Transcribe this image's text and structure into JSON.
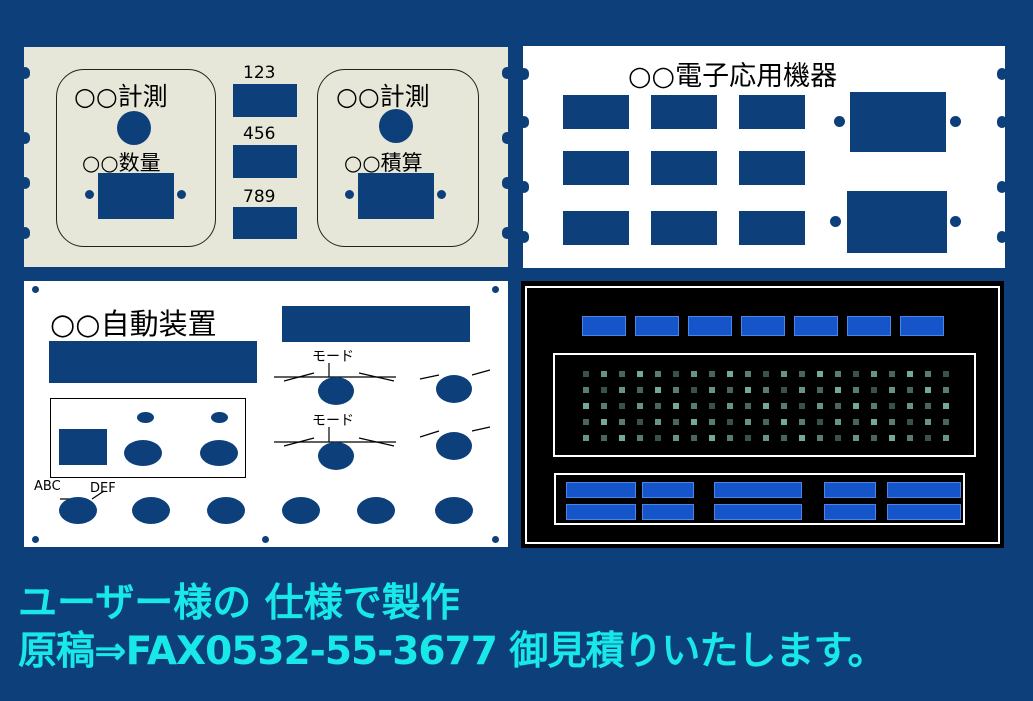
{
  "panel1": {
    "left_title": "○○計測",
    "left_subtitle": "○○数量",
    "right_title": "○○計測",
    "right_subtitle": "○○積算",
    "labels": [
      "123",
      "456",
      "789"
    ]
  },
  "panel2": {
    "title": "○○電子応用機器"
  },
  "panel3": {
    "title": "○○自動装置",
    "mode_label_1": "モード",
    "mode_label_2": "モード",
    "abc_label": "ABC",
    "def_label": "DEF"
  },
  "footer": {
    "line1": "ユーザー様の 仕様で製作",
    "line2": "原稿⇒FAX0532-55-3677 御見積りいたします。"
  },
  "colors": {
    "background": "#0d3f7a",
    "footer_text": "#18e8e8",
    "panel_cream": "#e6e7d8",
    "led_green": "#7fb69c",
    "button_blue": "#1554c9"
  }
}
